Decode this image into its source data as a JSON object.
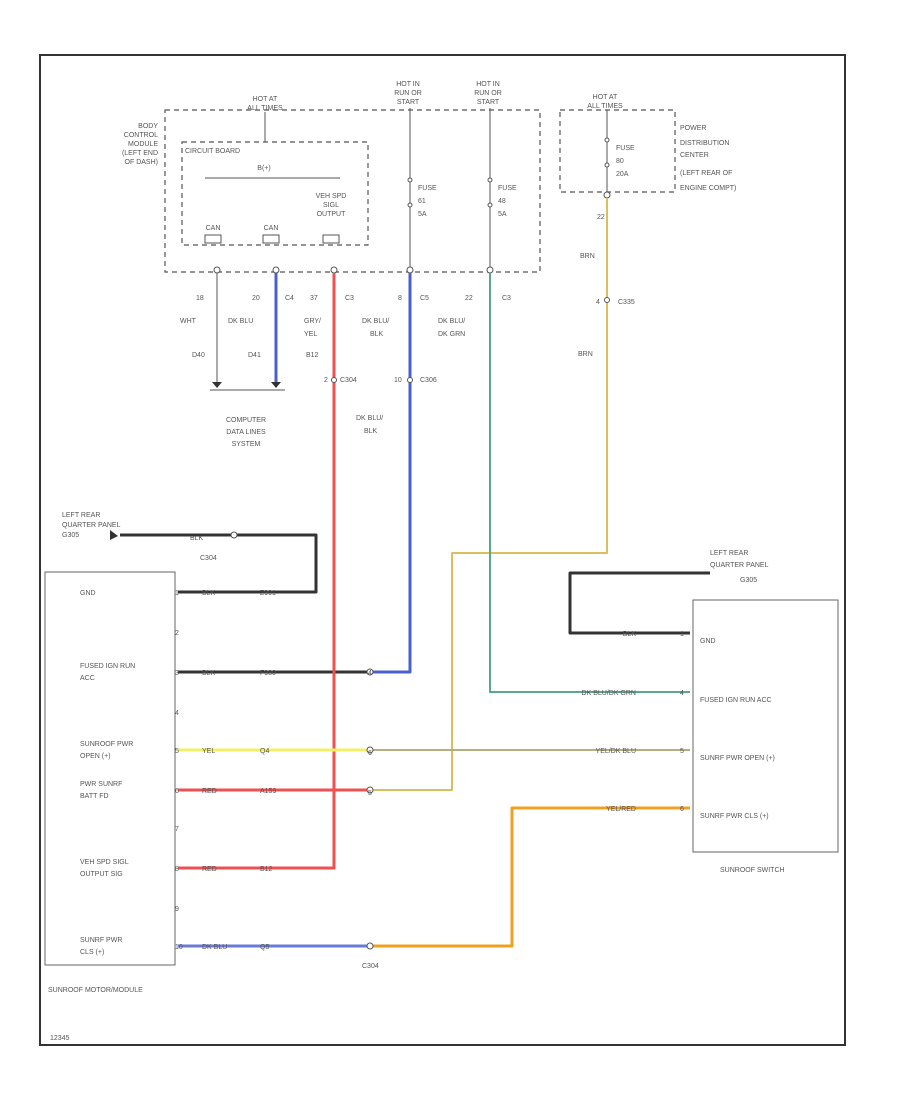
{
  "colors": {
    "frame": "#333333",
    "wire_blue": "#4a5fd0",
    "wire_black": "#333333",
    "wire_red": "#f05050",
    "wire_yellow_tan": "#d8c060",
    "wire_green": "#5aa88a",
    "wire_yellow": "#f0f060",
    "wire_yellow_blue": "#b0b080",
    "wire_orange": "#f0a020",
    "wire_light_blue": "#6a7ad8"
  },
  "bcm": {
    "label_lines": [
      "BODY",
      "CONTROL",
      "MODULE",
      "(LEFT END",
      "OF DASH)"
    ],
    "circuit_board": "CIRCUIT BOARD",
    "bus": "B(+)",
    "hot_lines": [
      "HOT AT",
      "ALL TIMES"
    ],
    "can1": "CAN",
    "can2": "CAN",
    "veh_spd_lines": [
      "VEH SPD",
      "SIGL",
      "OUTPUT"
    ]
  },
  "hot_run_start_1": [
    "HOT IN",
    "RUN OR",
    "START"
  ],
  "hot_run_start_2": [
    "HOT IN",
    "RUN OR",
    "START"
  ],
  "fuse_a": [
    "FUSE",
    "61",
    "5A"
  ],
  "fuse_b": [
    "FUSE",
    "48",
    "5A"
  ],
  "pdc": {
    "hot_lines": [
      "HOT AT",
      "ALL TIMES"
    ],
    "fuse": [
      "FUSE",
      "80",
      "20A"
    ],
    "label_lines": [
      "POWER",
      "DISTRIBUTION",
      "CENTER",
      "(LEFT REAR OF",
      "ENGINE COMPT)"
    ],
    "pin": "22"
  },
  "bcm_pins": {
    "p1": "18",
    "p1_color": "WHT",
    "p1_ckt": "D40",
    "p2": "20",
    "p2_conn": "C4",
    "p2_color": "DK BLU",
    "p2_ckt": "D41",
    "p3": "37",
    "p3_conn": "C3",
    "p3_color": [
      "GRY/",
      "YEL"
    ],
    "p3_ckt": "B12",
    "p4": "8",
    "p4_conn": "C5",
    "p4_color": [
      "DK BLU/",
      "BLK"
    ],
    "p5": "22",
    "p5_conn": "C3",
    "p5_color": [
      "DK BLU/",
      "DK GRN"
    ]
  },
  "splices": {
    "s1": "C304",
    "s1_pin": "2",
    "s2": "C306",
    "s2_pin": "10",
    "s3": "C335",
    "s3_pin": "4"
  },
  "wire_labels": {
    "brn_top": "BRN",
    "brn_mid": "BRN",
    "dk_blu_blk": [
      "DK BLU/",
      "BLK"
    ]
  },
  "cdl": [
    "COMPUTER",
    "DATA LINES",
    "SYSTEM"
  ],
  "ground_left": {
    "lines": [
      "LEFT REAR",
      "QUARTER PANEL",
      "G305"
    ],
    "color": "BLK",
    "conn": "C304"
  },
  "ground_right": {
    "lines": [
      "LEFT REAR",
      "QUARTER PANEL",
      "G305"
    ]
  },
  "module": {
    "name": "SUNROOF MOTOR/MODULE",
    "rows": [
      {
        "label": [
          "GND"
        ],
        "pin": "1",
        "color": "BLK",
        "ckt": "Z901"
      },
      {
        "label": [
          ""
        ],
        "pin": "2",
        "color": "",
        "ckt": ""
      },
      {
        "label": [
          "FUSED IGN RUN",
          "ACC"
        ],
        "pin": "3",
        "color": "BLK",
        "ckt": "F980"
      },
      {
        "label": [
          ""
        ],
        "pin": "4",
        "color": "",
        "ckt": ""
      },
      {
        "label": [
          "SUNROOF PWR",
          "OPEN (+)"
        ],
        "pin": "5",
        "color": "YEL",
        "ckt": "Q4"
      },
      {
        "label": [
          "PWR SUNRF",
          "BATT FD"
        ],
        "pin": "6",
        "color": "RED",
        "ckt": "A159"
      },
      {
        "label": [
          ""
        ],
        "pin": "7",
        "color": "",
        "ckt": ""
      },
      {
        "label": [
          "VEH SPD SIGL",
          "OUTPUT SIG"
        ],
        "pin": "8",
        "color": "RED",
        "ckt": "B12"
      },
      {
        "label": [
          ""
        ],
        "pin": "9",
        "color": "",
        "ckt": ""
      },
      {
        "label": [
          "SUNRF PWR",
          "CLS (+)"
        ],
        "pin": "10",
        "color": "DK BLU",
        "ckt": "Q5"
      }
    ],
    "conn": "C304"
  },
  "c304_pins": {
    "a": "4",
    "b": "6",
    "c": "5"
  },
  "sw": {
    "name": "SUNROOF SWITCH",
    "rows": [
      {
        "label": "GND",
        "pin": "1",
        "color": "BLK"
      },
      {
        "label": "FUSED IGN RUN ACC",
        "pin": "4",
        "color": "DK BLU/DK GRN"
      },
      {
        "label": "SUNRF PWR OPEN (+)",
        "pin": "5",
        "color": "YEL/DK BLU"
      },
      {
        "label": "SUNRF PWR CLS (+)",
        "pin": "6",
        "color": "YEL/RED"
      }
    ]
  },
  "footer_code": "12345"
}
